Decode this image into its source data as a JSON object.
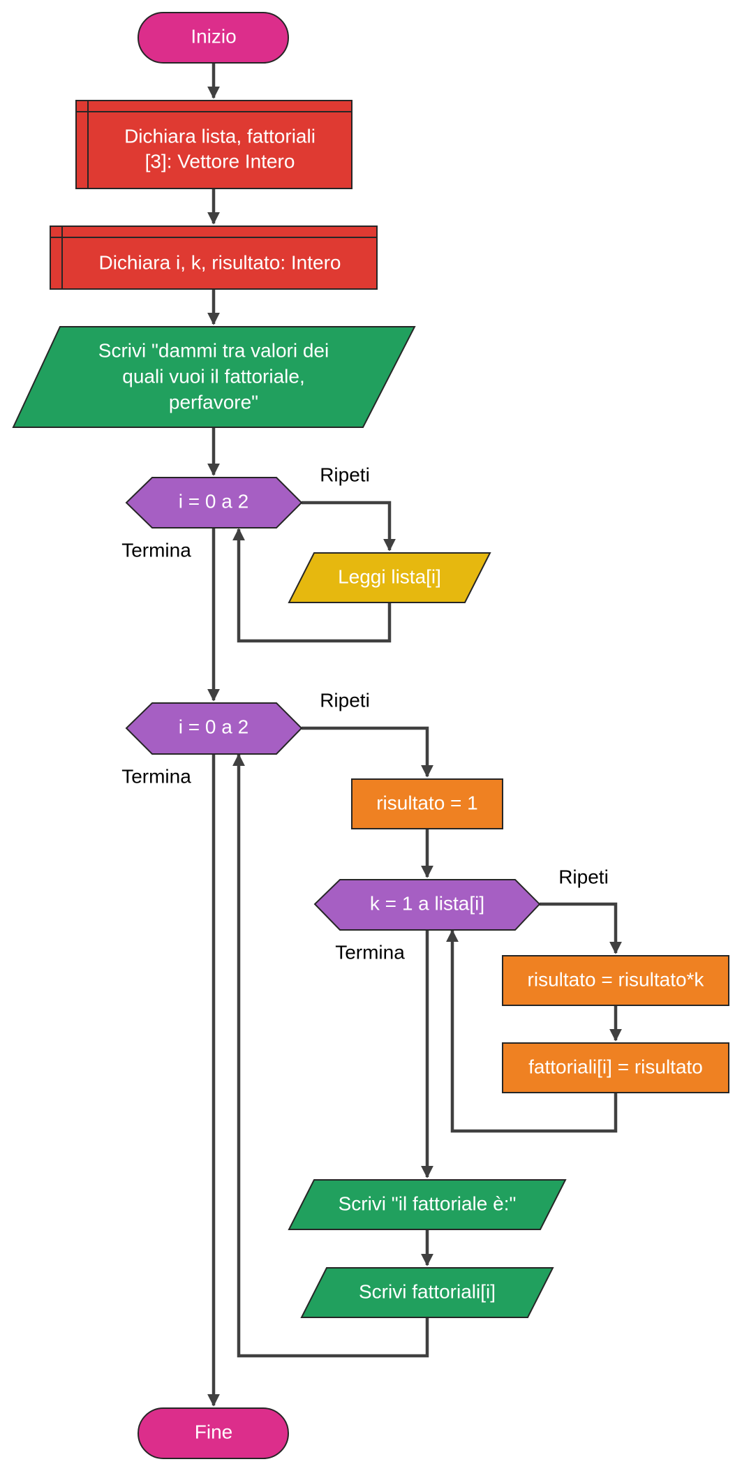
{
  "colors": {
    "terminal": "#dc2e8b",
    "declare": "#df3a32",
    "io_green": "#21a05e",
    "loop": "#a65fc3",
    "input_yellow": "#e6b80f",
    "process_orange": "#ef8122",
    "edge": "#404040"
  },
  "nodes": {
    "start": {
      "label": "Inizio",
      "shape": "terminal"
    },
    "decl1": {
      "line1": "Dichiara lista, fattoriali",
      "line2": "[3]: Vettore Intero",
      "shape": "declaration"
    },
    "decl2": {
      "label": "Dichiara i, k, risultato: Intero",
      "shape": "declaration"
    },
    "prompt": {
      "line1": "Scrivi \"dammi tra valori dei",
      "line2": "quali vuoi il fattoriale,",
      "line3": "perfavore\"",
      "shape": "output"
    },
    "loop1": {
      "label": "i = 0 a 2",
      "shape": "loop"
    },
    "read": {
      "label": "Leggi lista[i]",
      "shape": "input"
    },
    "loop2": {
      "label": "i = 0 a 2",
      "shape": "loop"
    },
    "init": {
      "label": "risultato = 1",
      "shape": "process"
    },
    "loop3": {
      "label": "k = 1 a lista[i]",
      "shape": "loop"
    },
    "mult": {
      "label": "risultato = risultato*k",
      "shape": "process"
    },
    "assign": {
      "label": "fattoriali[i] = risultato",
      "shape": "process"
    },
    "write1": {
      "label": "Scrivi \"il fattoriale è:\"",
      "shape": "output"
    },
    "write2": {
      "label": "Scrivi fattoriali[i]",
      "shape": "output"
    },
    "end": {
      "label": "Fine",
      "shape": "terminal"
    }
  },
  "edge_labels": {
    "loop1_repeat": "Ripeti",
    "loop1_end": "Termina",
    "loop2_repeat": "Ripeti",
    "loop2_end": "Termina",
    "loop3_repeat": "Ripeti",
    "loop3_end": "Termina"
  }
}
